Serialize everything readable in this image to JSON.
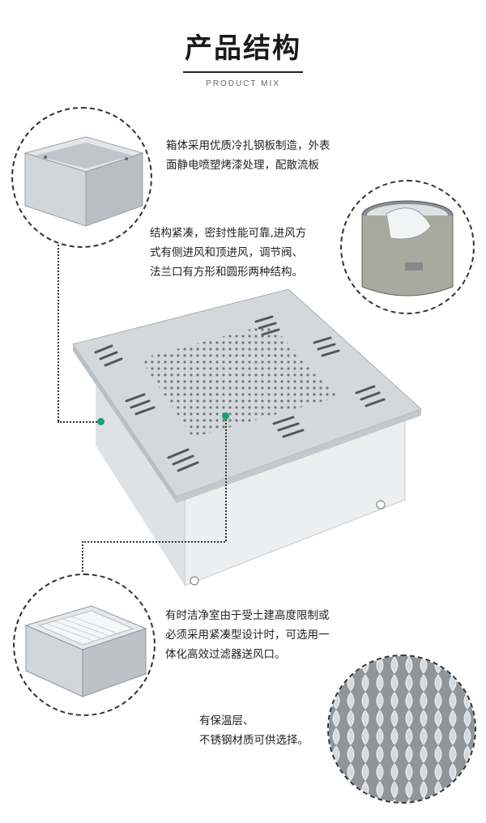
{
  "header": {
    "title": "产品结构",
    "subtitle": "PRODUCT MIX"
  },
  "features": [
    {
      "text": "箱体采用优质冷扎钢板制造，外表\n面静电喷塑烤漆处理，配散流板"
    },
    {
      "text": "结构紧凑，密封性能可靠,进风方\n式有侧进风和顶进风，调节阀、\n法兰口有方形和圆形两种结构。"
    },
    {
      "text": "有时洁净室由于受土建高度限制或\n必须采用紧凑型设计时，可选用一\n体化高效过滤器送风口。"
    },
    {
      "text": "有保温层、\n不锈钢材质可供选择。"
    }
  ],
  "colors": {
    "accent_dot": "#1aa36b",
    "steel": "#c9ced3"
  }
}
